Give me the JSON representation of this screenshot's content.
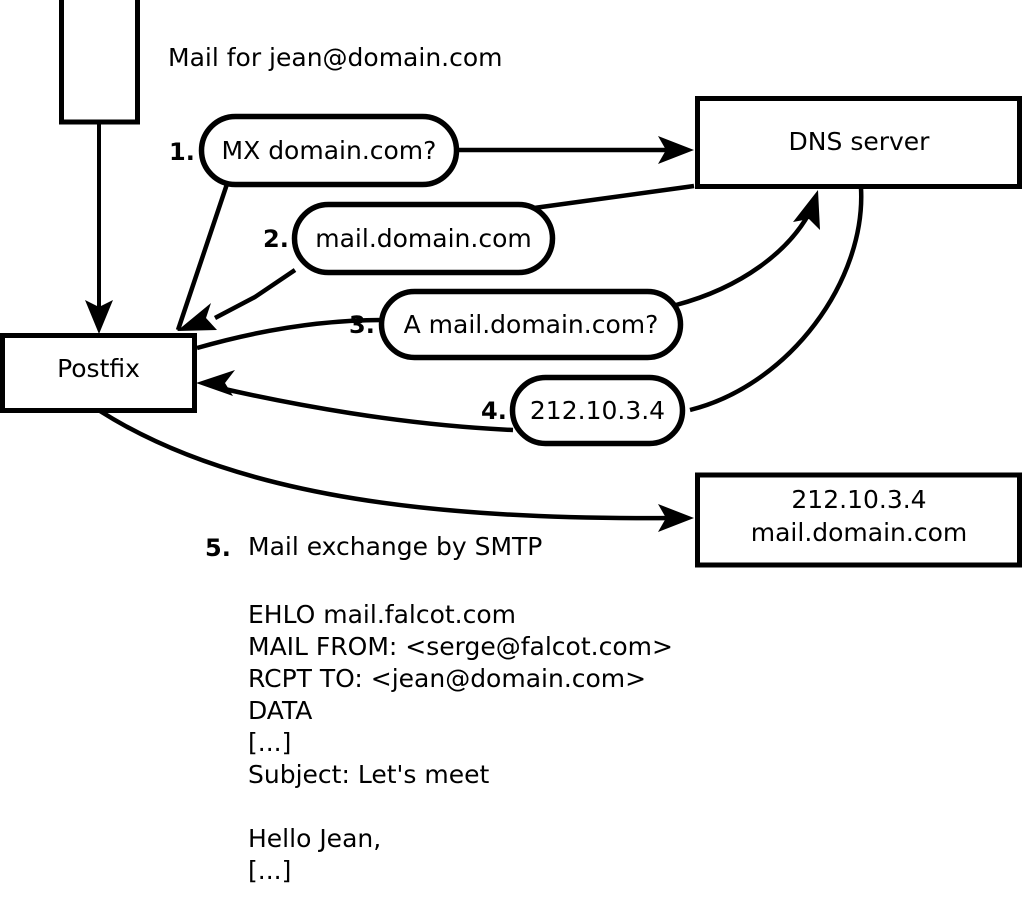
{
  "diagram": {
    "title": "Mail for jean@domain.com",
    "nodes": [
      {
        "id": "sender-host",
        "label": "",
        "type": "rect"
      },
      {
        "id": "postfix",
        "label": "Postfix",
        "type": "rect"
      },
      {
        "id": "dns-server",
        "label": "DNS server",
        "type": "rect"
      },
      {
        "id": "mail-server",
        "label_line1": "212.10.3.4",
        "label_line2": "mail.domain.com",
        "type": "rect"
      }
    ],
    "steps": [
      {
        "num": "1.",
        "label": "MX domain.com?"
      },
      {
        "num": "2.",
        "label": "mail.domain.com"
      },
      {
        "num": "3.",
        "label": "A mail.domain.com?"
      },
      {
        "num": "4.",
        "label": "212.10.3.4"
      },
      {
        "num": "5.",
        "label": "Mail exchange by SMTP"
      }
    ],
    "smtp_transcript": [
      "EHLO mail.falcot.com",
      "MAIL FROM: <serge@falcot.com>",
      "RCPT TO: <jean@domain.com>",
      "DATA",
      "[...]",
      "Subject: Let's meet",
      "",
      "Hello Jean,",
      "[...]",
      "",
      "."
    ],
    "colors": {
      "stroke": "#000000",
      "fill": "#ffffff",
      "text": "#000000"
    }
  }
}
